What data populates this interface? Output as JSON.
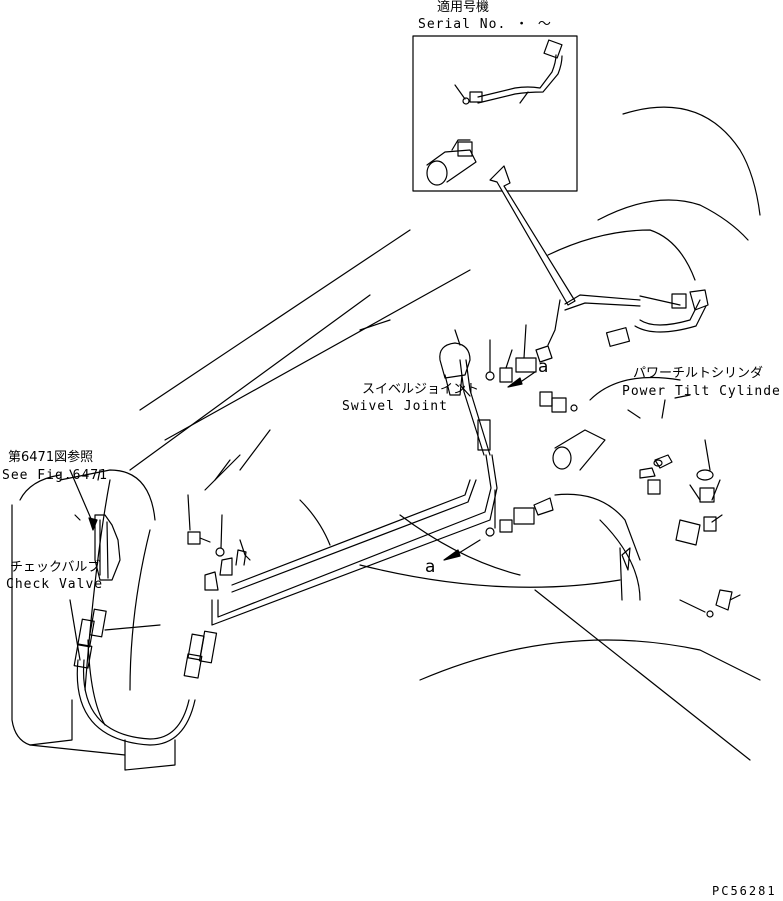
{
  "inset": {
    "title_jp": "適用号機",
    "title_en": "Serial No.  ・ ～"
  },
  "labels": {
    "swivel_jp": "スイベルジョイント",
    "swivel_en": "Swivel Joint",
    "tilt_jp": "パワーチルトシリンダ",
    "tilt_en": "Power Tilt Cylinder",
    "fig_jp": "第6471図参照",
    "fig_en": "See Fig.6471",
    "check_jp": "チェックバルブ",
    "check_en": "Check Valve",
    "view_a1": "a",
    "view_a2": "a"
  },
  "drawing_id": "PC56281"
}
